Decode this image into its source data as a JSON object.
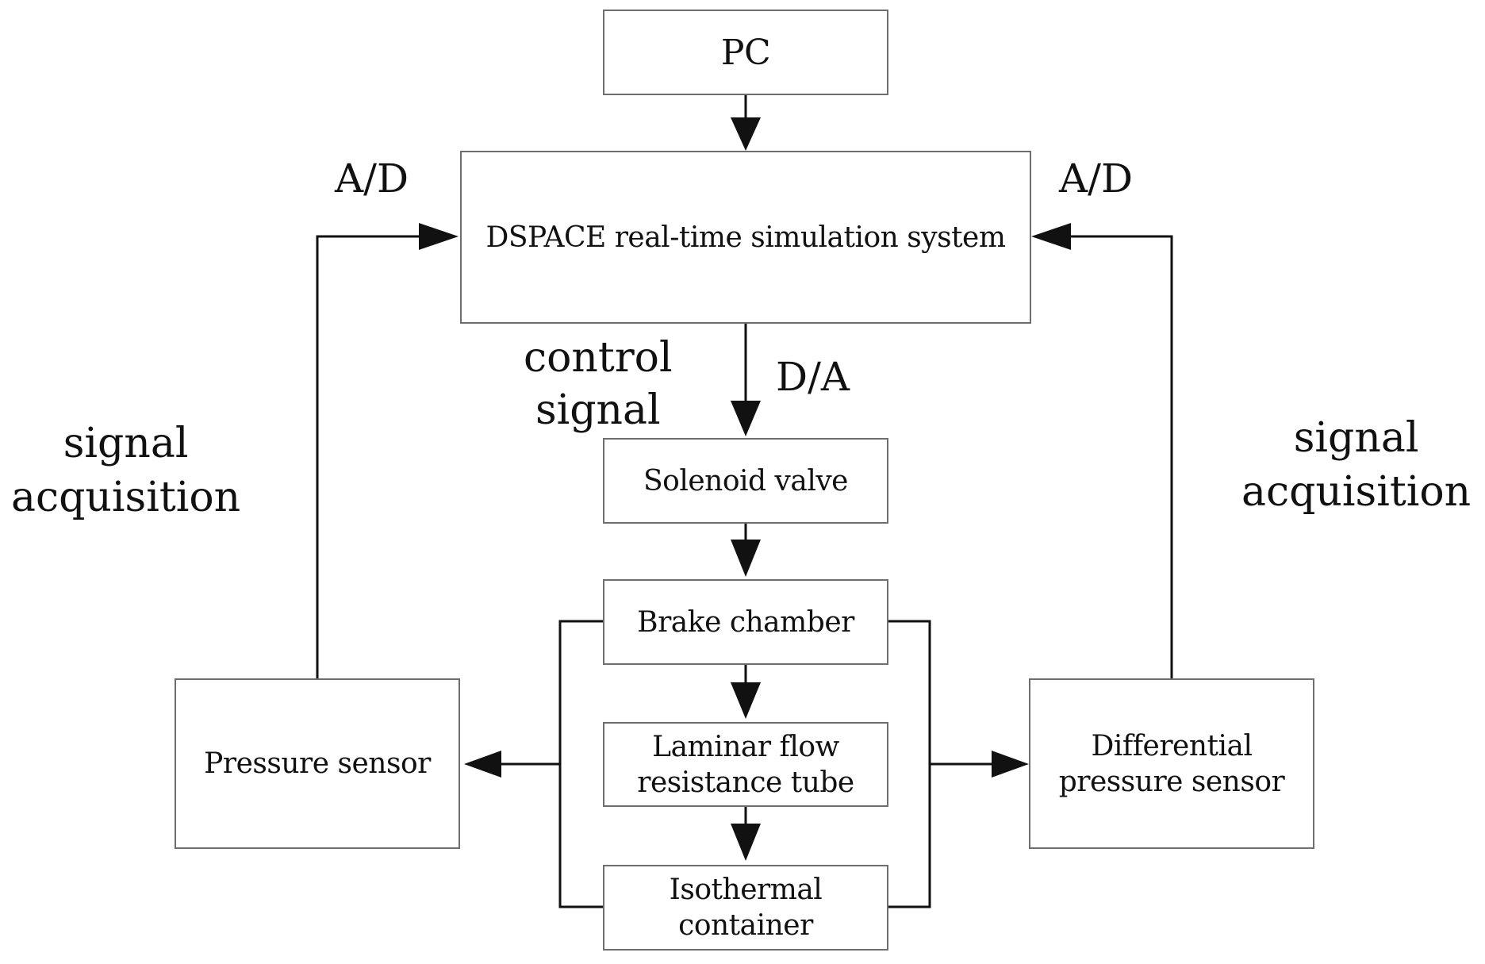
{
  "nodes": {
    "pc": "PC",
    "dspace": "DSPACE real-time simulation system",
    "solenoid": "Solenoid valve",
    "brake": "Brake chamber",
    "laminar": [
      "Laminar flow",
      "resistance tube"
    ],
    "isothermal": [
      "Isothermal",
      "container"
    ],
    "pressure_sensor": "Pressure sensor",
    "diff_sensor": [
      "Differential",
      "pressure sensor"
    ]
  },
  "labels": {
    "ad_left": "A/D",
    "ad_right": "A/D",
    "da": "D/A",
    "control_signal": [
      "control",
      "signal"
    ],
    "acq_left": [
      "signal",
      "acquisition"
    ],
    "acq_right": [
      "signal",
      "acquisition"
    ]
  }
}
